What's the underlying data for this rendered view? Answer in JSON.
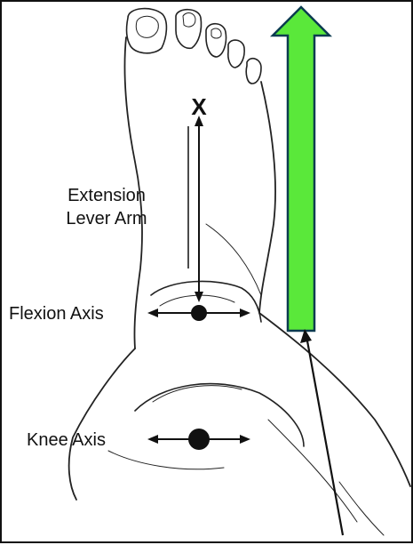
{
  "labels": {
    "x_mark": "X",
    "extension_line1": "Extension",
    "extension_line2": "Lever Arm",
    "flexion_axis": "Flexion Axis",
    "knee_axis": "Knee Axis"
  },
  "colors": {
    "force_arrow_fill": "#5ae83a",
    "force_arrow_stroke": "#0b3b50",
    "ink": "#111111"
  }
}
